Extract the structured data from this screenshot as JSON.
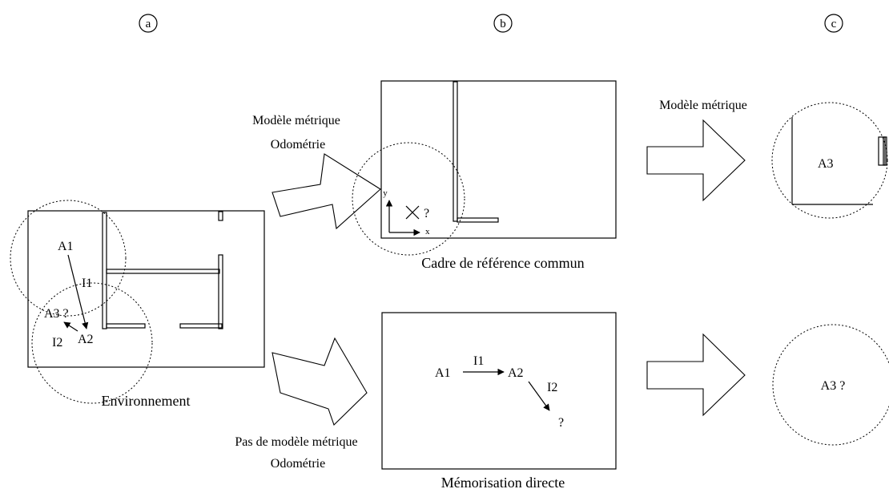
{
  "panels": {
    "a": "a",
    "b": "b",
    "c": "c"
  },
  "left": {
    "caption": "Environnement",
    "labels": {
      "a1": "A1",
      "i1": "I1",
      "a3": "A3 ?",
      "a2": "A2",
      "i2": "I2"
    }
  },
  "top_arrow": {
    "line1": "Modèle métrique",
    "line2": "Odométrie"
  },
  "bottom_arrow": {
    "line1": "Pas de modèle métrique",
    "line2": "Odométrie"
  },
  "top_frame": {
    "caption": "Cadre de référence commun",
    "axis_x": "x",
    "axis_y": "y",
    "unknown": "?"
  },
  "bottom_frame": {
    "caption": "Mémorisation directe",
    "labels": {
      "a1": "A1",
      "i1": "I1",
      "a2": "A2",
      "i2": "I2",
      "unknown": "?"
    }
  },
  "right_top_arrow": {
    "label": "Modèle métrique"
  },
  "right_top_circle": {
    "label": "A3"
  },
  "right_bottom_circle": {
    "label": "A3 ?"
  }
}
